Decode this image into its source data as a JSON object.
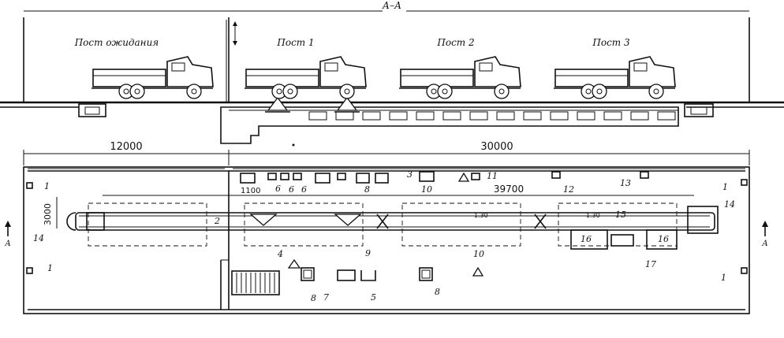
{
  "section_title": "А–А",
  "posts": [
    {
      "label": "Пост ожидания"
    },
    {
      "label": "Пост 1"
    },
    {
      "label": "Пост 2"
    },
    {
      "label": "Пост 3"
    }
  ],
  "dimensions": {
    "waiting_zone_length": "12000",
    "work_zone_length": "30000",
    "conveyor_length": "39700",
    "zone_width": "3000",
    "pit_offset": "1100"
  },
  "level_marks": [
    "-1.30",
    "-1.30"
  ],
  "section_marks": [
    "А",
    "А"
  ],
  "equipment_numbers": [
    "1",
    "1",
    "1",
    "1",
    "2",
    "3",
    "4",
    "5",
    "6",
    "6",
    "6",
    "7",
    "8",
    "8",
    "8",
    "9",
    "10",
    "10",
    "11",
    "12",
    "13",
    "14",
    "14",
    "15",
    "16",
    "16",
    "17"
  ]
}
